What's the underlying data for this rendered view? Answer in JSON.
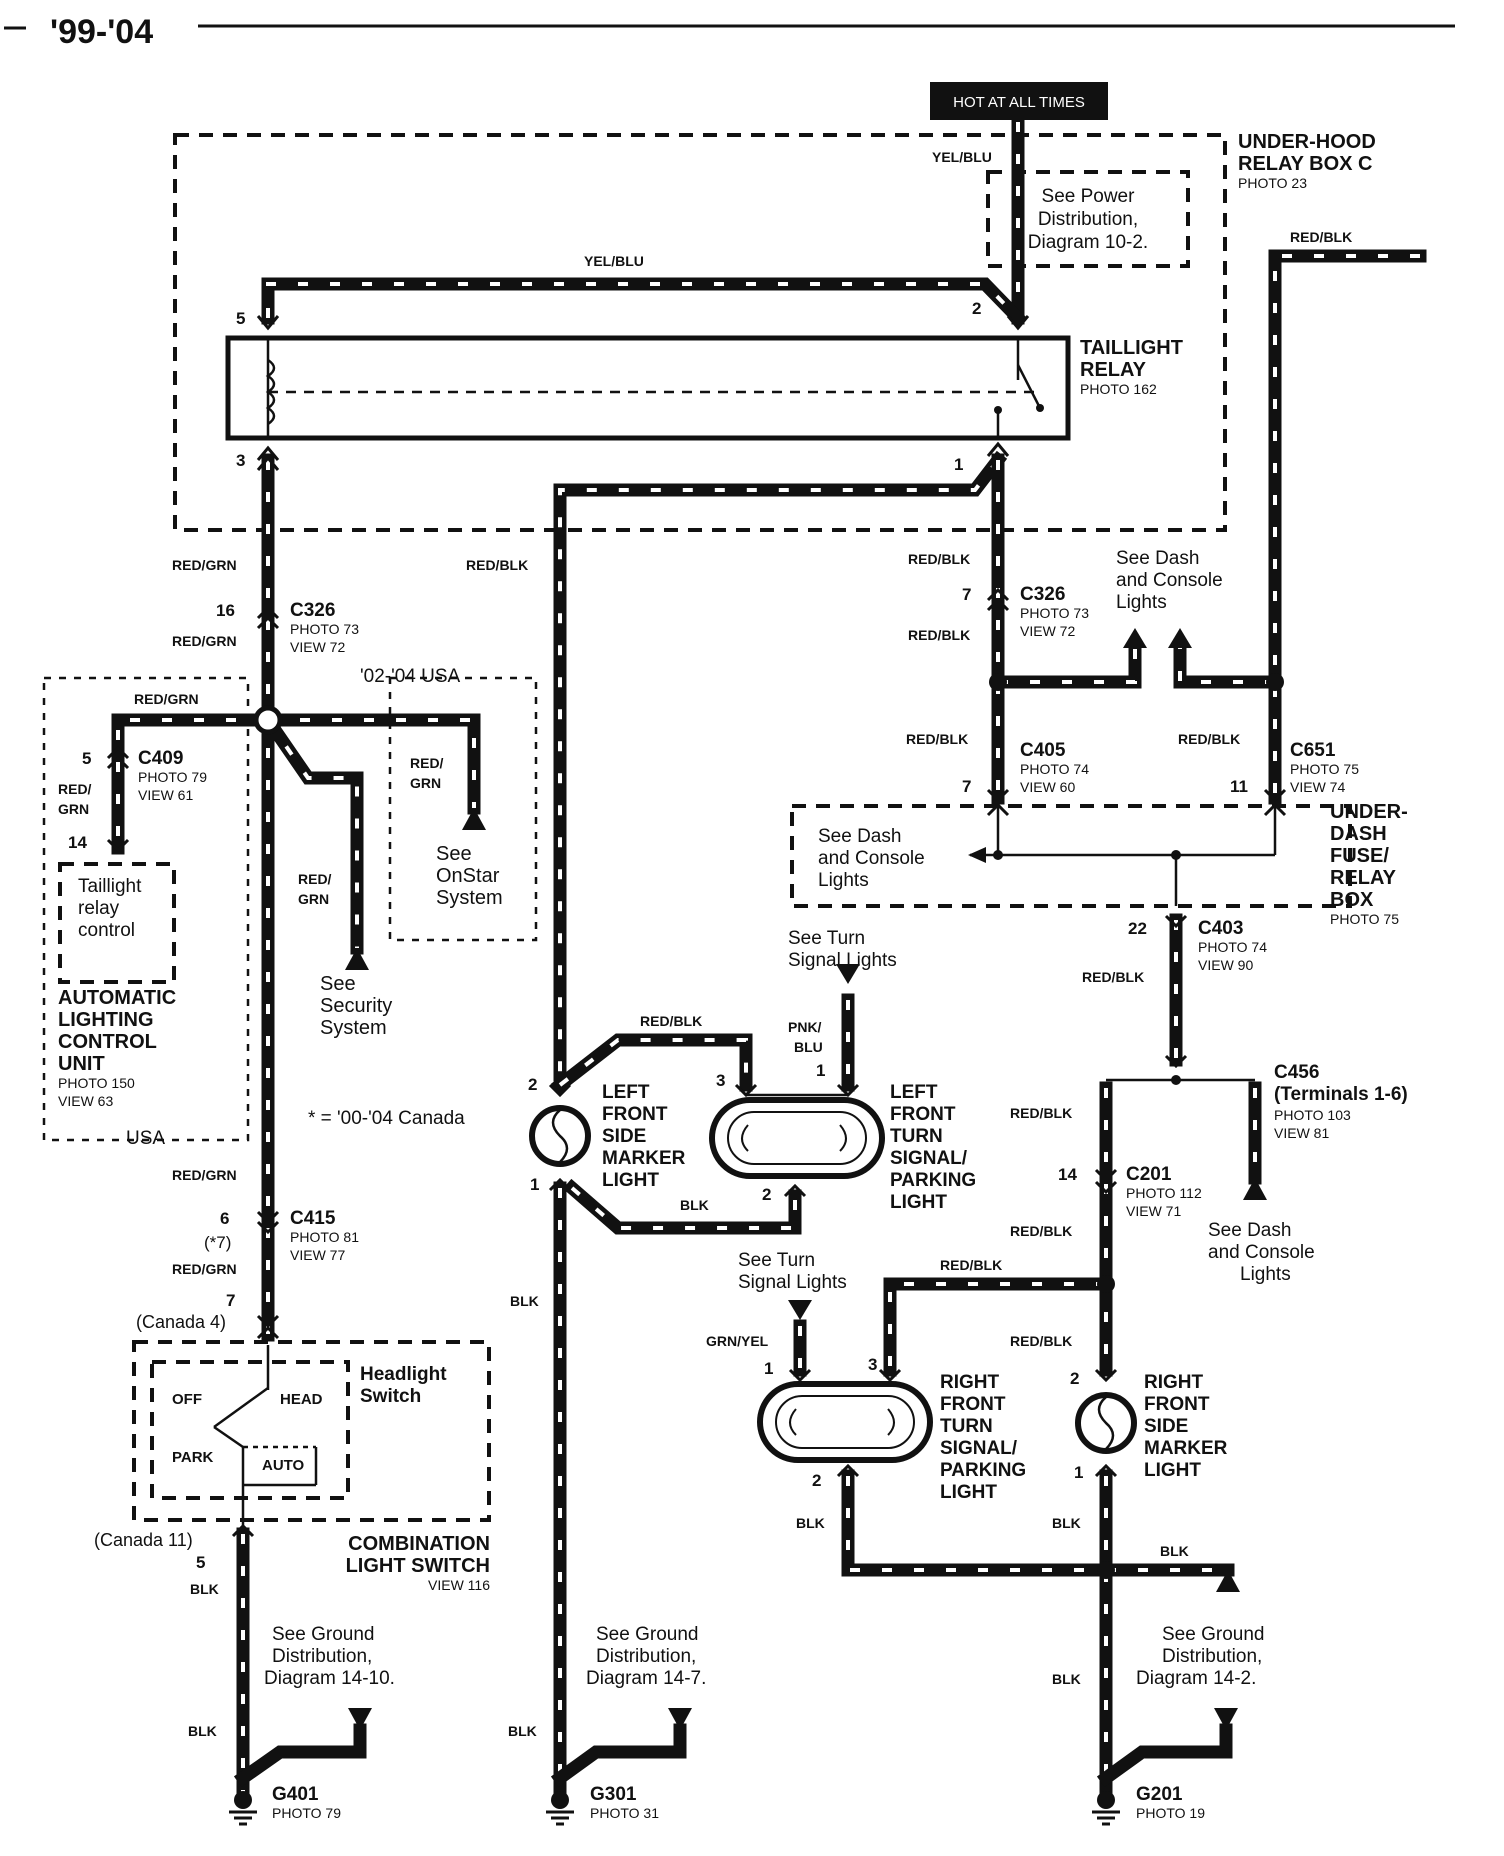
{
  "header": {
    "year_range": "'99-'04"
  },
  "hot_label": "HOT AT ALL TIMES",
  "relay_box_c": {
    "line1": "UNDER-HOOD",
    "line2": "RELAY BOX C",
    "photo": "PHOTO 23"
  },
  "power_ref": {
    "line1": "See Power",
    "line2": "Distribution,",
    "line3": "Diagram 10-2."
  },
  "taillight_relay": {
    "line1": "TAILLIGHT",
    "line2": "RELAY",
    "photo": "PHOTO 162"
  },
  "wires": {
    "yel_blu": "YEL/BLU",
    "red_blk": "RED/BLK",
    "red_grn": "RED/GRN",
    "red_grn_split_1": "RED/",
    "red_grn_split_2": "GRN",
    "blk": "BLK",
    "pnk_blu_1": "PNK/",
    "pnk_blu_2": "BLU",
    "grn_yel": "GRN/YEL"
  },
  "pins": {
    "p1": "1",
    "p2": "2",
    "p3": "3",
    "p5": "5",
    "p6": "6",
    "p7": "7",
    "p11": "11",
    "p14": "14",
    "p16": "16",
    "p22": "22",
    "p6_alt": "(*7)",
    "canada4": "(Canada 4)",
    "canada11": "(Canada 11)"
  },
  "connectors": {
    "c326": {
      "name": "C326",
      "photo": "PHOTO 73",
      "view": "VIEW 72"
    },
    "c409": {
      "name": "C409",
      "photo": "PHOTO 79",
      "view": "VIEW 61"
    },
    "c405": {
      "name": "C405",
      "photo": "PHOTO 74",
      "view": "VIEW 60"
    },
    "c651": {
      "name": "C651",
      "photo": "PHOTO 75",
      "view": "VIEW 74"
    },
    "c403": {
      "name": "C403",
      "photo": "PHOTO 74",
      "view": "VIEW 90"
    },
    "c456": {
      "name": "C456",
      "sub": "(Terminals 1-6)",
      "photo": "PHOTO 103",
      "view": "VIEW 81"
    },
    "c201": {
      "name": "C201",
      "photo": "PHOTO 112",
      "view": "VIEW 71"
    },
    "c415": {
      "name": "C415",
      "photo": "PHOTO 81",
      "view": "VIEW 77"
    }
  },
  "usa_region": {
    "top": "'02-'04 USA",
    "bottom": "USA"
  },
  "alcu": {
    "box_1": "Taillight",
    "box_2": "relay",
    "box_3": "control",
    "name_1": "AUTOMATIC",
    "name_2": "LIGHTING",
    "name_3": "CONTROL",
    "name_4": "UNIT",
    "photo": "PHOTO 150",
    "view": "VIEW 63"
  },
  "refs": {
    "onstar": [
      "See",
      "OnStar",
      "System"
    ],
    "security": [
      "See",
      "Security",
      "System"
    ],
    "dash_console": [
      "See Dash",
      "and Console",
      "Lights"
    ],
    "turn_signal": [
      "See Turn",
      "Signal Lights"
    ],
    "ground_14_10": [
      "See Ground",
      "Distribution,",
      "Diagram 14-10."
    ],
    "ground_14_7": [
      "See Ground",
      "Distribution,",
      "Diagram 14-7."
    ],
    "ground_14_2": [
      "See Ground",
      "Distribution,",
      "Diagram 14-2."
    ]
  },
  "canada_note": "* = '00-'04 Canada",
  "underdash": {
    "l1": "UNDER-",
    "l2": "DASH",
    "l3": "FUSE/",
    "l4": "RELAY",
    "l5": "BOX",
    "photo": "PHOTO 75"
  },
  "lights": {
    "lf_side": [
      "LEFT",
      "FRONT",
      "SIDE",
      "MARKER",
      "LIGHT"
    ],
    "lf_turn": [
      "LEFT",
      "FRONT",
      "TURN",
      "SIGNAL/",
      "PARKING",
      "LIGHT"
    ],
    "rf_turn": [
      "RIGHT",
      "FRONT",
      "TURN",
      "SIGNAL/",
      "PARKING",
      "LIGHT"
    ],
    "rf_side": [
      "RIGHT",
      "FRONT",
      "SIDE",
      "MARKER",
      "LIGHT"
    ]
  },
  "headlight_switch": {
    "title_1": "Headlight",
    "title_2": "Switch",
    "off": "OFF",
    "head": "HEAD",
    "park": "PARK",
    "auto": "AUTO",
    "name_1": "COMBINATION",
    "name_2": "LIGHT SWITCH",
    "view": "VIEW 116"
  },
  "grounds": {
    "g401": {
      "name": "G401",
      "photo": "PHOTO 79"
    },
    "g301": {
      "name": "G301",
      "photo": "PHOTO 31"
    },
    "g201": {
      "name": "G201",
      "photo": "PHOTO 19"
    }
  }
}
